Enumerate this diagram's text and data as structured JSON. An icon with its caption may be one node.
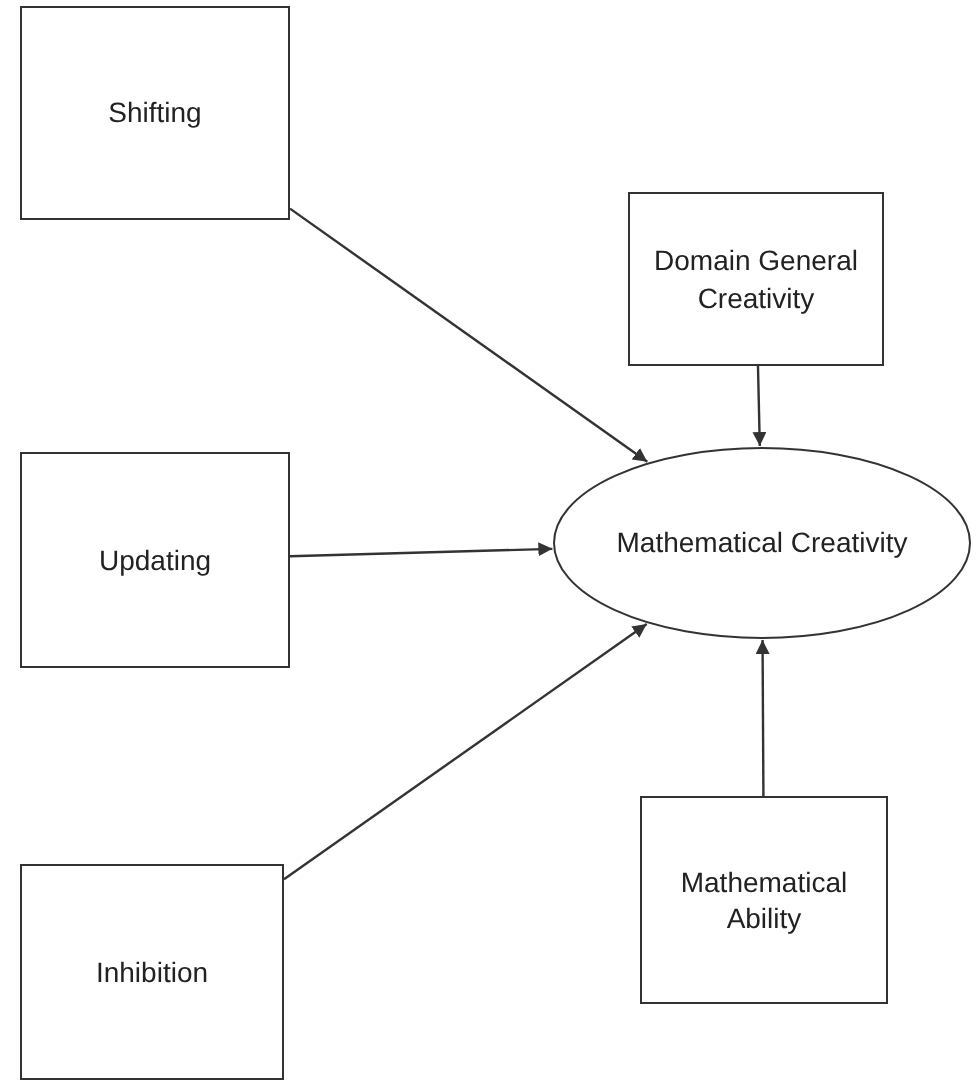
{
  "diagram": {
    "nodes": [
      {
        "text": [
          "Shifting"
        ]
      },
      {
        "text": [
          "Updating"
        ]
      },
      {
        "text": [
          "Inhibition"
        ]
      },
      {
        "text": [
          "Mathematical Creativity"
        ]
      },
      {
        "text": [
          "Domain General Creativity"
        ]
      },
      {
        "text": [
          "Mathematical Ability"
        ]
      }
    ],
    "edges": [
      {
        "from": 0,
        "to": 3,
        "arrow": "to"
      },
      {
        "from": 1,
        "to": 3,
        "arrow": "to"
      },
      {
        "from": 2,
        "to": 3,
        "arrow": "to"
      },
      {
        "from": 4,
        "to": 3,
        "arrow": "to"
      },
      {
        "from": 5,
        "to": 3,
        "arrow": "to"
      }
    ]
  }
}
